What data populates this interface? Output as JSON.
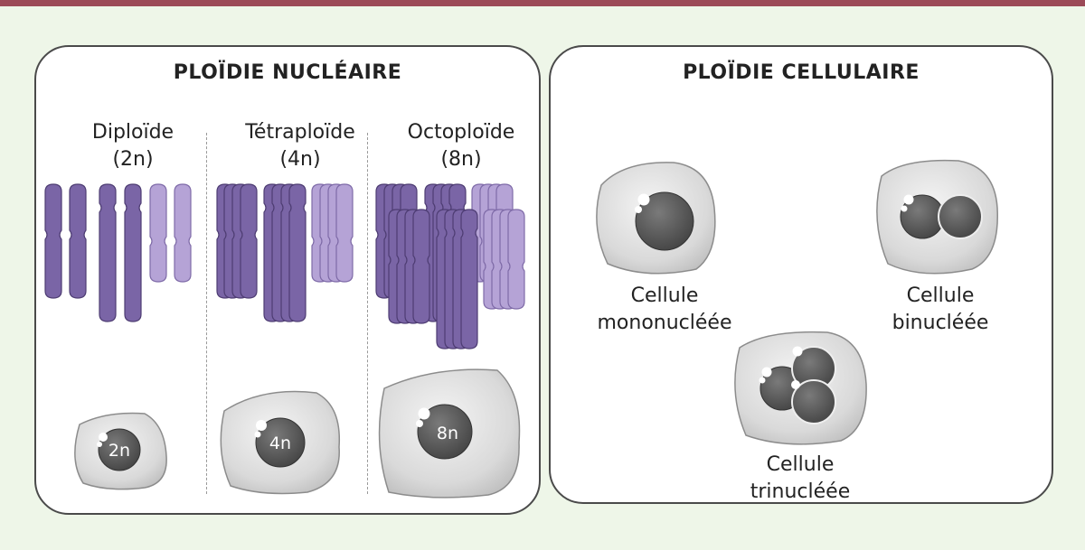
{
  "left_panel": {
    "title": "PLOÏDIE NUCLÉAIRE",
    "columns": [
      {
        "line1": "Diploïde",
        "line2": "(2n)",
        "nucleus_label": "2n"
      },
      {
        "line1": "Tétraploïde",
        "line2": "(4n)",
        "nucleus_label": "4n"
      },
      {
        "line1": "Octoploïde",
        "line2": "(8n)",
        "nucleus_label": "8n"
      }
    ]
  },
  "right_panel": {
    "title": "PLOÏDIE CELLULAIRE",
    "cells": [
      {
        "line1": "Cellule",
        "line2": "mononucléée"
      },
      {
        "line1": "Cellule",
        "line2": "binucléée"
      },
      {
        "line1": "Cellule",
        "line2": "trinucléée"
      }
    ]
  },
  "colors": {
    "top_bar": "#9b4a57",
    "background": "#eef6e8",
    "chromosome_dark": "#7a65a6",
    "chromosome_light": "#b5a3d6",
    "nucleus": "#5a5a5a",
    "cell": "#d8d8d8"
  }
}
